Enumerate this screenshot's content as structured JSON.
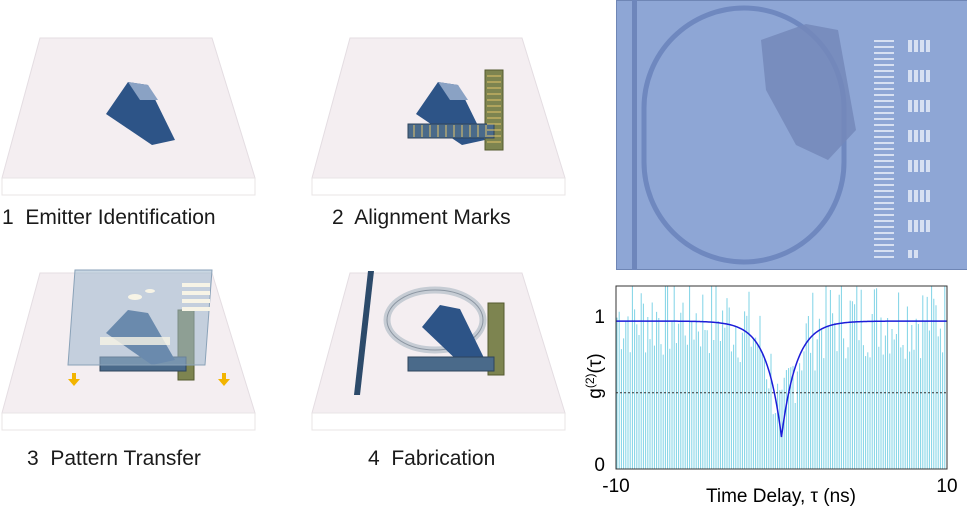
{
  "steps": [
    {
      "number": "1",
      "label": "Emitter Identification"
    },
    {
      "number": "2",
      "label": "Alignment Marks"
    },
    {
      "number": "3",
      "label": "Pattern Transfer"
    },
    {
      "number": "4",
      "label": "Fabrication"
    }
  ],
  "colors": {
    "substrate_top": "#f3eef1",
    "emitter": "#3c5f8f",
    "marks": "#8a8f5a",
    "mask": "#a9bfcf",
    "micrograph_bg": "#8fa6d6",
    "trace": "#1c1cd8",
    "histogram": "#7fd3e6"
  },
  "chart_data": {
    "type": "bar",
    "ylabel_base": "g",
    "ylabel_sup": "(2)",
    "ylabel_tail": "(τ)",
    "xlabel": "Time Delay, τ (ns)",
    "xlim": [
      -10,
      10
    ],
    "ylim": [
      0,
      1.2
    ],
    "xticks": [
      "-10",
      "10"
    ],
    "yticks": [
      "0",
      "1"
    ],
    "reference_line": 0.5,
    "fit": {
      "baseline": 0.97,
      "dip_depth": 0.76,
      "dip_center": 0,
      "dip_width_ns": 0.9
    },
    "histogram_level_ref": 1.2
  }
}
